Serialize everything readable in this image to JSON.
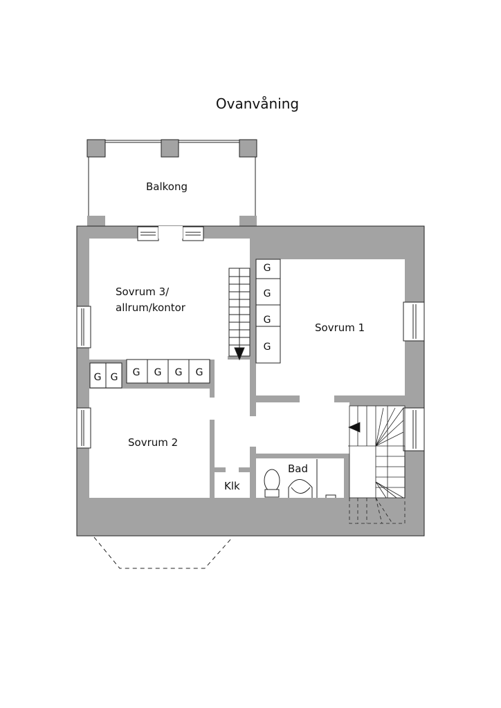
{
  "title": "Ovanvåning",
  "rooms": {
    "balcony": "Balkong",
    "bedroom3_line1": "Sovrum 3/",
    "bedroom3_line2": "allrum/kontor",
    "bedroom1": "Sovrum 1",
    "bedroom2": "Sovrum 2",
    "closet": "Klk",
    "bathroom": "Bad"
  },
  "wardrobe_label": "G",
  "colors": {
    "wall": "#a3a3a3",
    "line": "#222222"
  }
}
